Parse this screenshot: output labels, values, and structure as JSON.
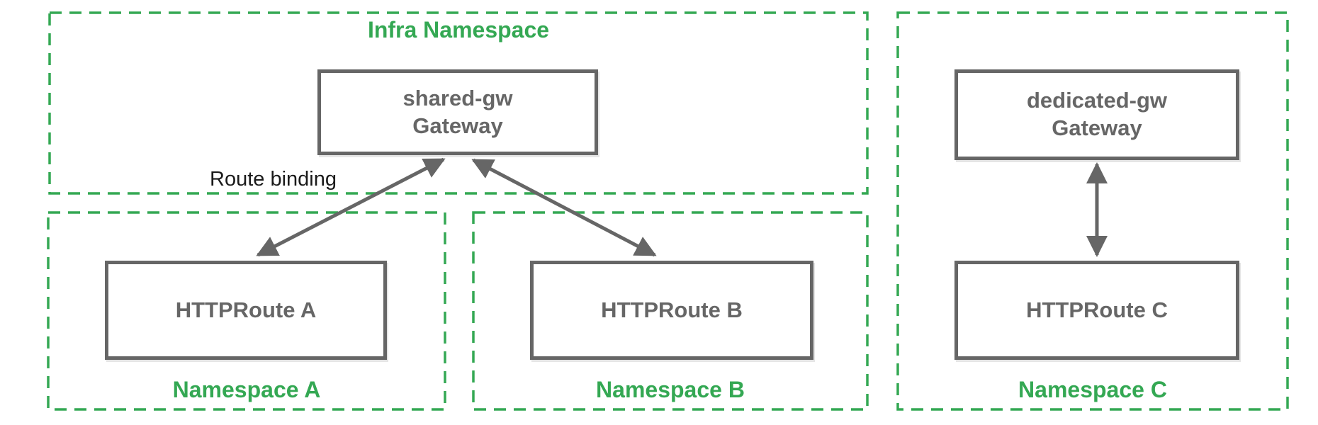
{
  "containers": {
    "infra": {
      "label": "Infra Namespace"
    },
    "namespace_a": {
      "label": "Namespace A"
    },
    "namespace_b": {
      "label": "Namespace B"
    },
    "namespace_c": {
      "label": "Namespace C"
    }
  },
  "nodes": {
    "shared_gw": {
      "name": "shared-gw",
      "kind": "Gateway"
    },
    "dedicated_gw": {
      "name": "dedicated-gw",
      "kind": "Gateway"
    },
    "http_route_a": {
      "label": "HTTPRoute A"
    },
    "http_route_b": {
      "label": "HTTPRoute B"
    },
    "http_route_c": {
      "label": "HTTPRoute C"
    }
  },
  "annotations": {
    "route_binding_label": "Route binding"
  },
  "edges": [
    {
      "from": "http_route_a",
      "to": "shared_gw",
      "direction": "bidirectional",
      "meaning": "route binding"
    },
    {
      "from": "http_route_b",
      "to": "shared_gw",
      "direction": "bidirectional",
      "meaning": "route binding"
    },
    {
      "from": "http_route_c",
      "to": "dedicated_gw",
      "direction": "bidirectional",
      "meaning": "route binding"
    }
  ],
  "colors": {
    "namespace_green": "#34A853",
    "node_gray": "#666666",
    "annotation_black": "#1a1a1a",
    "background": "#ffffff"
  }
}
